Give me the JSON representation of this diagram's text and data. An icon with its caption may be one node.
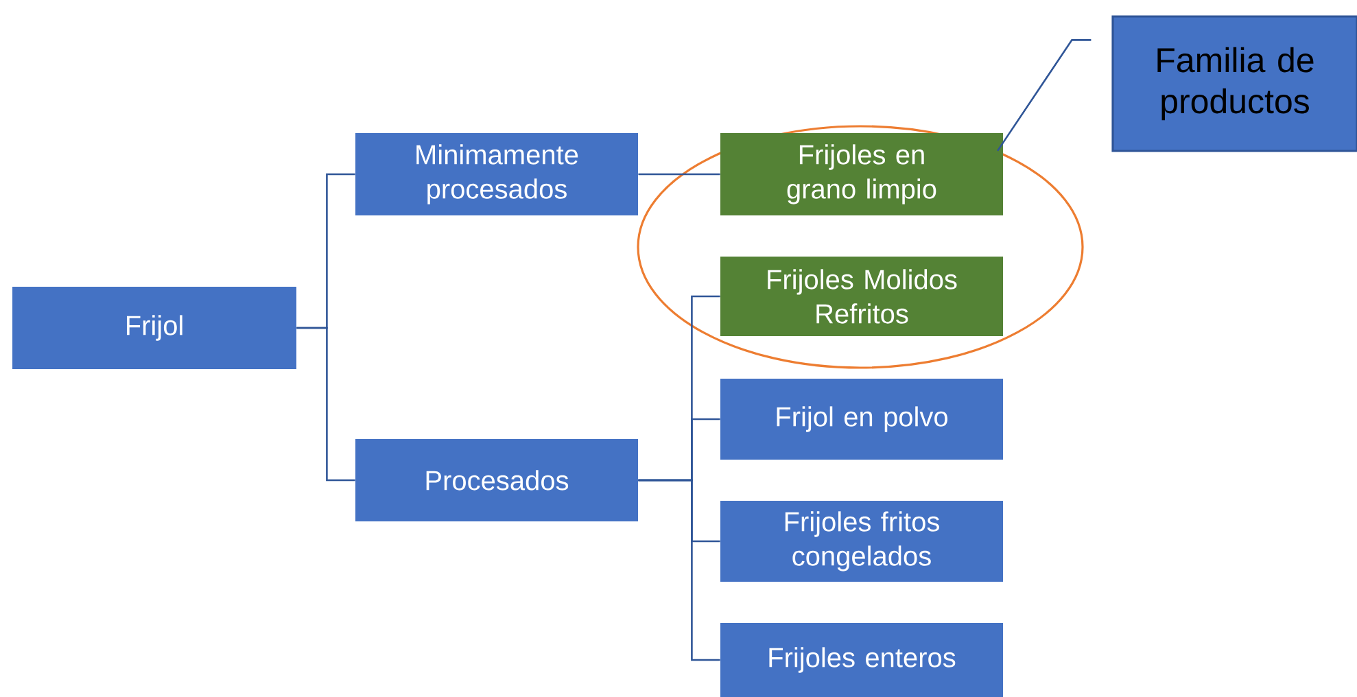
{
  "diagram": {
    "nodes": [
      {
        "text": [
          "Frijol"
        ]
      },
      {
        "text": [
          "Minimamente procesados"
        ]
      },
      {
        "text": [
          "Procesados"
        ]
      },
      {
        "text": [
          "Frijoles en grano limpio"
        ],
        "in": 8
      },
      {
        "text": [
          "Frijoles Molidos Refritos"
        ],
        "in": 8
      },
      {
        "text": [
          "Frijol en polvo"
        ]
      },
      {
        "text": [
          "Frijoles fritos congelados"
        ]
      },
      {
        "text": [
          "Frijoles enteros"
        ]
      },
      {
        "text": [],
        "shape": "ellipse"
      },
      {
        "text": [
          "Familia de productos"
        ]
      }
    ],
    "edges": [
      {
        "from": 0,
        "to": 1,
        "arrow": "none"
      },
      {
        "from": 0,
        "to": 2,
        "arrow": "none"
      },
      {
        "from": 1,
        "to": 3,
        "arrow": "none"
      },
      {
        "from": 2,
        "to": 4,
        "arrow": "none"
      },
      {
        "from": 2,
        "to": 5,
        "arrow": "none"
      },
      {
        "from": 2,
        "to": 6,
        "arrow": "none"
      },
      {
        "from": 2,
        "to": 7,
        "arrow": "none"
      },
      {
        "from": 9,
        "to": 8,
        "arrow": "none"
      }
    ]
  }
}
